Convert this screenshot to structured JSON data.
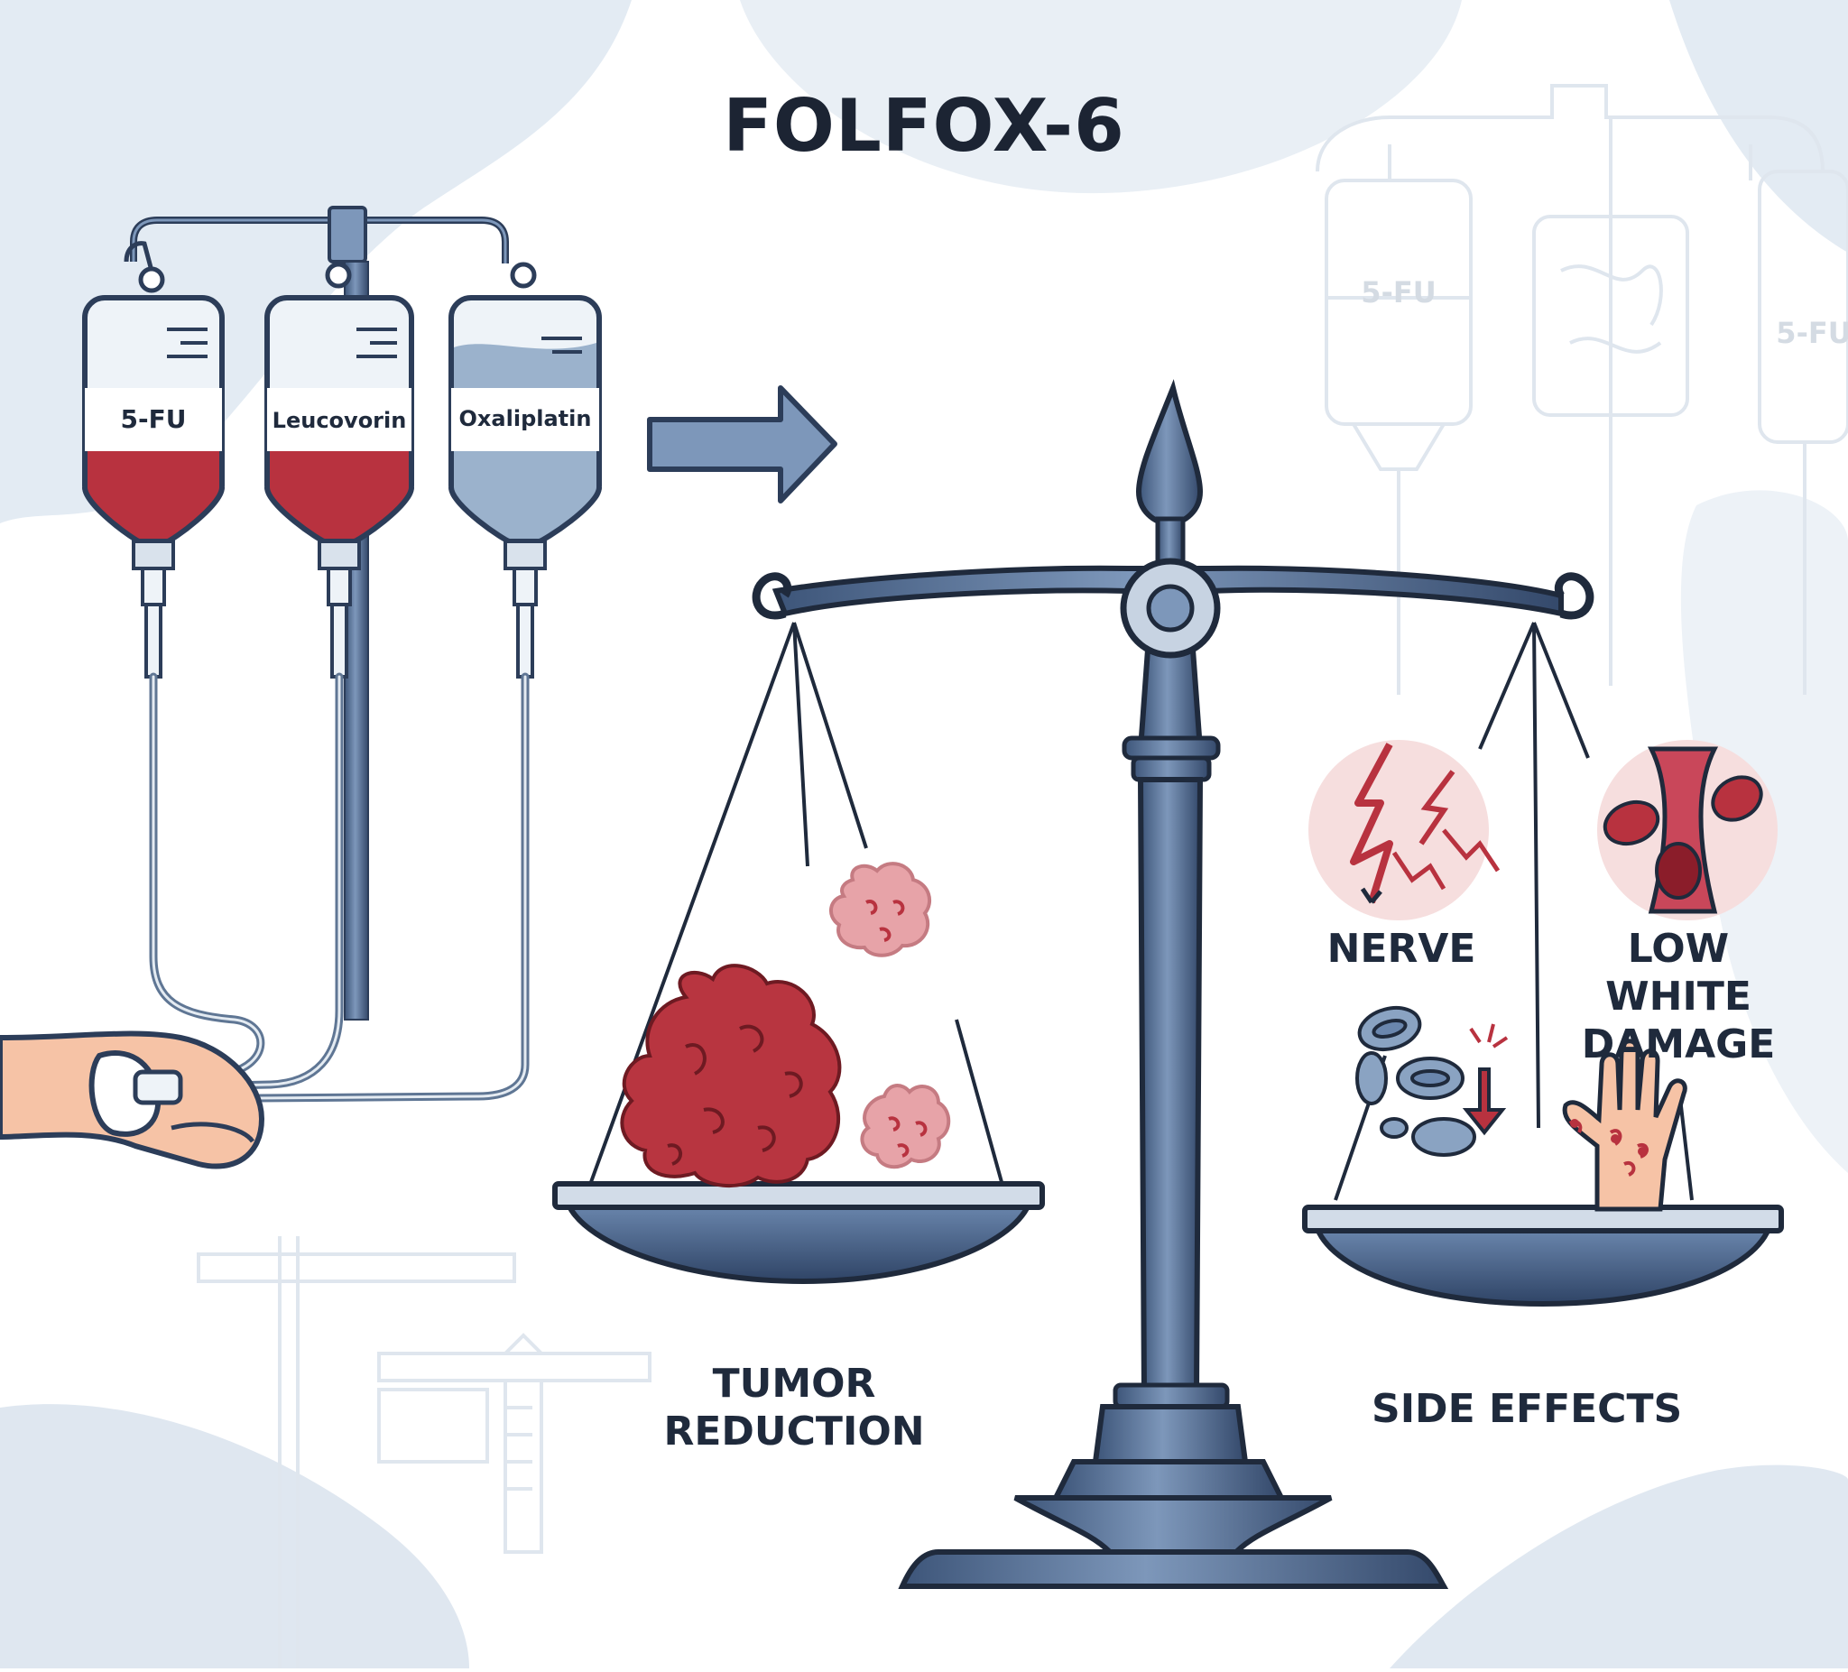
{
  "title": "FOLFOX-6",
  "bags": [
    {
      "label": "5-FU",
      "fluid_color": "#b8323f"
    },
    {
      "label": "Leucovorin",
      "fluid_color": "#b8323f"
    },
    {
      "label": "Oxaliplatin",
      "fluid_color": "#6e8fb3"
    }
  ],
  "ghost_labels": [
    "5-FU",
    "5-FU"
  ],
  "scale": {
    "left_pan": {
      "label": "TUMOR\nREDUCTION"
    },
    "right_pan": {
      "label": "SIDE EFFECTS"
    }
  },
  "side_effects": {
    "nerve_label": "NERVE",
    "low_white_label": "LOW WHITE\nDAMAGE"
  },
  "colors": {
    "title": "#1c2433",
    "steel": "#5a759a",
    "steel_dark": "#2c3d59",
    "blood_red": "#b8323f",
    "tumor_red": "#b83540",
    "tumor_pink": "#e7a3a8",
    "background_blob": "#e3ebf3",
    "skin": "#f6c3a6"
  }
}
